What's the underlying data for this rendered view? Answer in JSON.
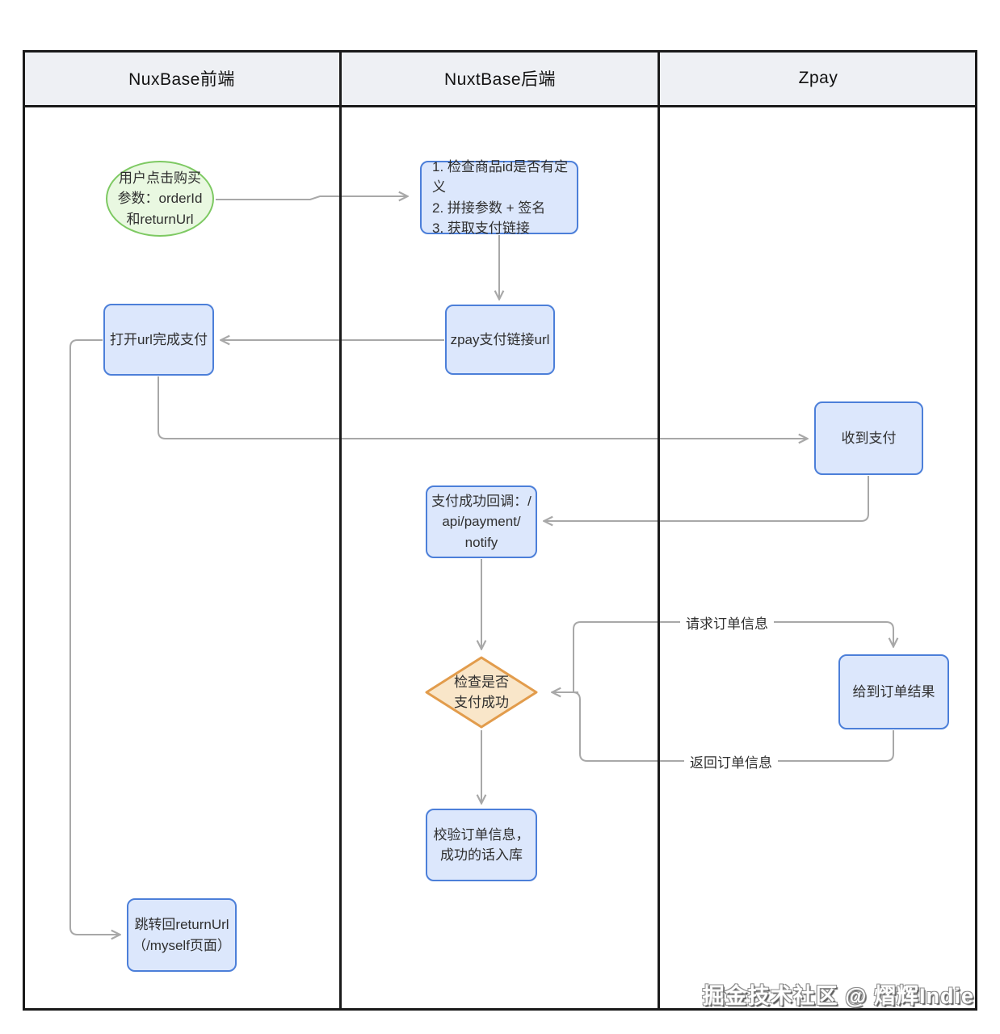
{
  "lanes": [
    {
      "label": "NuxBase前端"
    },
    {
      "label": "NuxtBase后端"
    },
    {
      "label": "Zpay"
    }
  ],
  "nodes": {
    "user_click": {
      "text": "用户点击购买\n参数：orderId\n和returnUrl"
    },
    "backend_steps": {
      "text": "1. 检查商品id是否有定义\n2. 拼接参数 + 签名\n3. 获取支付链接"
    },
    "zpay_link": {
      "text": "zpay支付链接url"
    },
    "open_url": {
      "text": "打开url完成支付"
    },
    "receive_payment": {
      "text": "收到支付"
    },
    "payment_callback": {
      "text": "支付成功回调：/\napi/payment/\nnotify"
    },
    "check_payment": {
      "text": "检查是否\n支付成功"
    },
    "order_result": {
      "text": "给到订单结果"
    },
    "verify_order": {
      "text": "校验订单信息，\n成功的话入库"
    },
    "redirect_url": {
      "text": "跳转回returnUrl\n（/myself页面）"
    }
  },
  "edge_labels": {
    "request_order": "请求订单信息",
    "return_order": "返回订单信息"
  },
  "watermark": "掘金技术社区 @ 熠辉Indie",
  "colors": {
    "box_fill": "#dce7fc",
    "box_border": "#4c7fd9",
    "start_fill": "#e9f8e1",
    "start_border": "#7dc962",
    "decision_fill": "#f9e6c9",
    "decision_border": "#e29c4c",
    "line": "#a8a8a8",
    "header_bg": "#eef0f4",
    "frame": "#1a1a1a"
  }
}
